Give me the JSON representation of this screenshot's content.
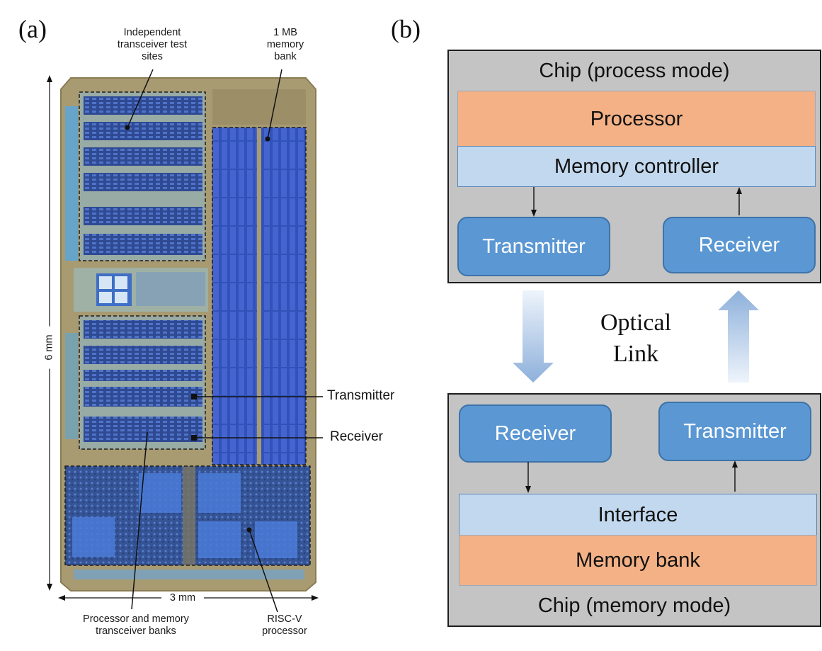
{
  "panel_a": {
    "label": "(a)",
    "annotations": {
      "test_sites": "Independent transceiver test sites",
      "memory_bank": "1 MB memory bank",
      "transmitter": "Transmitter",
      "receiver": "Receiver",
      "processor_banks": "Processor and memory transceiver banks",
      "riscv": "RISC-V processor",
      "height": "6 mm",
      "width": "3 mm"
    }
  },
  "panel_b": {
    "label": "(b)",
    "top_chip": {
      "title": "Chip (process mode)",
      "processor": "Processor",
      "controller": "Memory controller",
      "transmitter": "Transmitter",
      "receiver": "Receiver"
    },
    "optical_link": {
      "line1": "Optical",
      "line2": "Link"
    },
    "bottom_chip": {
      "title": "Chip (memory mode)",
      "receiver": "Receiver",
      "transmitter": "Transmitter",
      "interface": "Interface",
      "memory_bank": "Memory bank"
    }
  },
  "colors": {
    "chip_background": "#c4c4c4",
    "processor_orange": "#f3b185",
    "controller_blue": "#c2d8ee",
    "module_blue": "#5a97d3",
    "die_gold": "#a89b72",
    "die_blue": "#3a5dc0"
  }
}
